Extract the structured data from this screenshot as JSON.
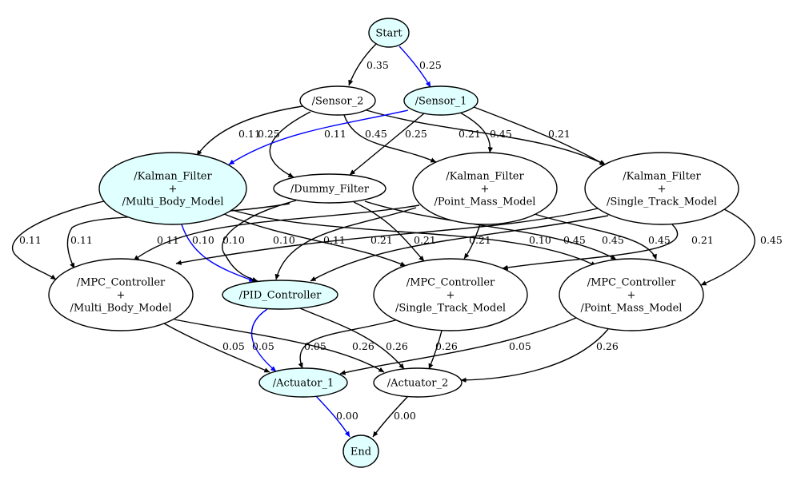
{
  "colors": {
    "highlight_fill": "#e0ffff",
    "normal_fill": "#ffffff",
    "highlight_edge": "#0000ff",
    "normal_edge": "#000000"
  },
  "nodes": {
    "start": {
      "lines": [
        "Start"
      ],
      "highlighted": true
    },
    "sensor_2": {
      "lines": [
        "/Sensor_2"
      ],
      "highlighted": false
    },
    "sensor_1": {
      "lines": [
        "/Sensor_1"
      ],
      "highlighted": true
    },
    "kf_mbm": {
      "lines": [
        "/Kalman_Filter",
        "+",
        "/Multi_Body_Model"
      ],
      "highlighted": true
    },
    "dummy": {
      "lines": [
        "/Dummy_Filter"
      ],
      "highlighted": false
    },
    "kf_pmm": {
      "lines": [
        "/Kalman_Filter",
        "+",
        "/Point_Mass_Model"
      ],
      "highlighted": false
    },
    "kf_stm": {
      "lines": [
        "/Kalman_Filter",
        "+",
        "/Single_Track_Model"
      ],
      "highlighted": false
    },
    "mpc_mbm": {
      "lines": [
        "/MPC_Controller",
        "+",
        "/Multi_Body_Model"
      ],
      "highlighted": false
    },
    "pid": {
      "lines": [
        "/PID_Controller"
      ],
      "highlighted": true
    },
    "mpc_stm": {
      "lines": [
        "/MPC_Controller",
        "+",
        "/Single_Track_Model"
      ],
      "highlighted": false
    },
    "mpc_pmm": {
      "lines": [
        "/MPC_Controller",
        "+",
        "/Point_Mass_Model"
      ],
      "highlighted": false
    },
    "act_1": {
      "lines": [
        "/Actuator_1"
      ],
      "highlighted": true
    },
    "act_2": {
      "lines": [
        "/Actuator_2"
      ],
      "highlighted": false
    },
    "end": {
      "lines": [
        "End"
      ],
      "highlighted": true
    }
  },
  "edges": [
    {
      "from": "start",
      "to": "sensor_2",
      "label": "0.35",
      "highlighted": false
    },
    {
      "from": "start",
      "to": "sensor_1",
      "label": "0.25",
      "highlighted": true
    },
    {
      "from": "sensor_2",
      "to": "kf_mbm",
      "label": "0.11",
      "highlighted": false
    },
    {
      "from": "sensor_2",
      "to": "dummy",
      "label": "0.25",
      "highlighted": false
    },
    {
      "from": "sensor_2",
      "to": "kf_pmm",
      "label": "0.45",
      "highlighted": false
    },
    {
      "from": "sensor_2",
      "to": "kf_stm",
      "label": "0.21",
      "highlighted": false
    },
    {
      "from": "sensor_1",
      "to": "kf_mbm",
      "label": "0.11",
      "highlighted": true
    },
    {
      "from": "sensor_1",
      "to": "dummy",
      "label": "0.25",
      "highlighted": false
    },
    {
      "from": "sensor_1",
      "to": "kf_pmm",
      "label": "0.45",
      "highlighted": false
    },
    {
      "from": "sensor_1",
      "to": "kf_stm",
      "label": "0.21",
      "highlighted": false
    },
    {
      "from": "kf_mbm",
      "to": "mpc_mbm",
      "label": "0.11",
      "highlighted": false
    },
    {
      "from": "kf_mbm",
      "to": "pid",
      "label": "0.10",
      "highlighted": true
    },
    {
      "from": "kf_mbm",
      "to": "mpc_stm",
      "label": "0.21",
      "highlighted": false
    },
    {
      "from": "kf_mbm",
      "to": "mpc_pmm",
      "label": "0.45",
      "highlighted": false
    },
    {
      "from": "dummy",
      "to": "mpc_mbm",
      "label": "0.11",
      "highlighted": false
    },
    {
      "from": "dummy",
      "to": "pid",
      "label": "0.10",
      "highlighted": false
    },
    {
      "from": "dummy",
      "to": "mpc_stm",
      "label": "0.21",
      "highlighted": false
    },
    {
      "from": "dummy",
      "to": "mpc_pmm",
      "label": "0.45",
      "highlighted": false
    },
    {
      "from": "kf_pmm",
      "to": "mpc_mbm",
      "label": "0.11",
      "highlighted": false
    },
    {
      "from": "kf_pmm",
      "to": "pid",
      "label": "0.10",
      "highlighted": false
    },
    {
      "from": "kf_pmm",
      "to": "mpc_stm",
      "label": "0.21",
      "highlighted": false
    },
    {
      "from": "kf_pmm",
      "to": "mpc_pmm",
      "label": "0.45",
      "highlighted": false
    },
    {
      "from": "kf_stm",
      "to": "mpc_mbm",
      "label": "0.11",
      "highlighted": false
    },
    {
      "from": "kf_stm",
      "to": "pid",
      "label": "0.10",
      "highlighted": false
    },
    {
      "from": "kf_stm",
      "to": "mpc_stm",
      "label": "0.21",
      "highlighted": false
    },
    {
      "from": "kf_stm",
      "to": "mpc_pmm",
      "label": "0.45",
      "highlighted": false
    },
    {
      "from": "mpc_mbm",
      "to": "act_1",
      "label": "0.05",
      "highlighted": false
    },
    {
      "from": "mpc_mbm",
      "to": "act_2",
      "label": "0.26",
      "highlighted": false
    },
    {
      "from": "pid",
      "to": "act_1",
      "label": "0.05",
      "highlighted": true
    },
    {
      "from": "pid",
      "to": "act_2",
      "label": "0.26",
      "highlighted": false
    },
    {
      "from": "mpc_stm",
      "to": "act_1",
      "label": "0.05",
      "highlighted": false
    },
    {
      "from": "mpc_stm",
      "to": "act_2",
      "label": "0.26",
      "highlighted": false
    },
    {
      "from": "mpc_pmm",
      "to": "act_1",
      "label": "0.05",
      "highlighted": false
    },
    {
      "from": "mpc_pmm",
      "to": "act_2",
      "label": "0.26",
      "highlighted": false
    },
    {
      "from": "act_1",
      "to": "end",
      "label": "0.00",
      "highlighted": true
    },
    {
      "from": "act_2",
      "to": "end",
      "label": "0.00",
      "highlighted": false
    }
  ]
}
